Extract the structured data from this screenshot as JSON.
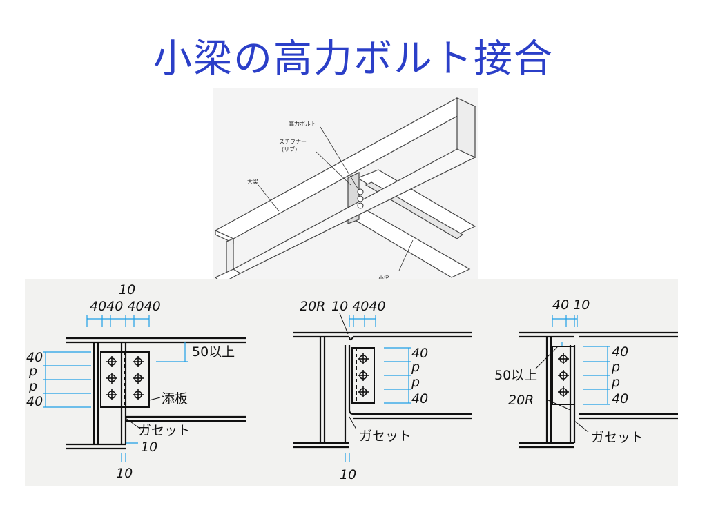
{
  "title": "小梁の高力ボルト接合",
  "iso_figure": {
    "label_bolt": "高力ボルト",
    "label_stiffener_1": "スチフナー",
    "label_stiffener_2": "(リブ)",
    "label_girder": "大梁",
    "label_beam": "小梁"
  },
  "detail1": {
    "d_top_10": "10",
    "d_top": "4040 4040",
    "d_40a": "40",
    "d_p1": "p",
    "d_p2": "p",
    "d_40b": "40",
    "d_50": "50以上",
    "splice": "添板",
    "gusset": "ガセット",
    "d_10_right": "10",
    "d_10_bottom": "10"
  },
  "detail2": {
    "d_20r": "20R",
    "d_top": "10 4040",
    "d_40a": "40",
    "d_p1": "p",
    "d_p2": "p",
    "d_40b": "40",
    "gusset": "ガセット",
    "d_10_bottom": "10"
  },
  "detail3": {
    "d_top": "40 10",
    "d_50": "50以上",
    "d_20r": "20R",
    "d_40a": "40",
    "d_p1": "p",
    "d_p2": "p",
    "d_40b": "40",
    "gusset": "ガセット"
  },
  "colors": {
    "title": "#2b3fc8",
    "dimension": "#1ea0e6",
    "line": "#111111"
  }
}
